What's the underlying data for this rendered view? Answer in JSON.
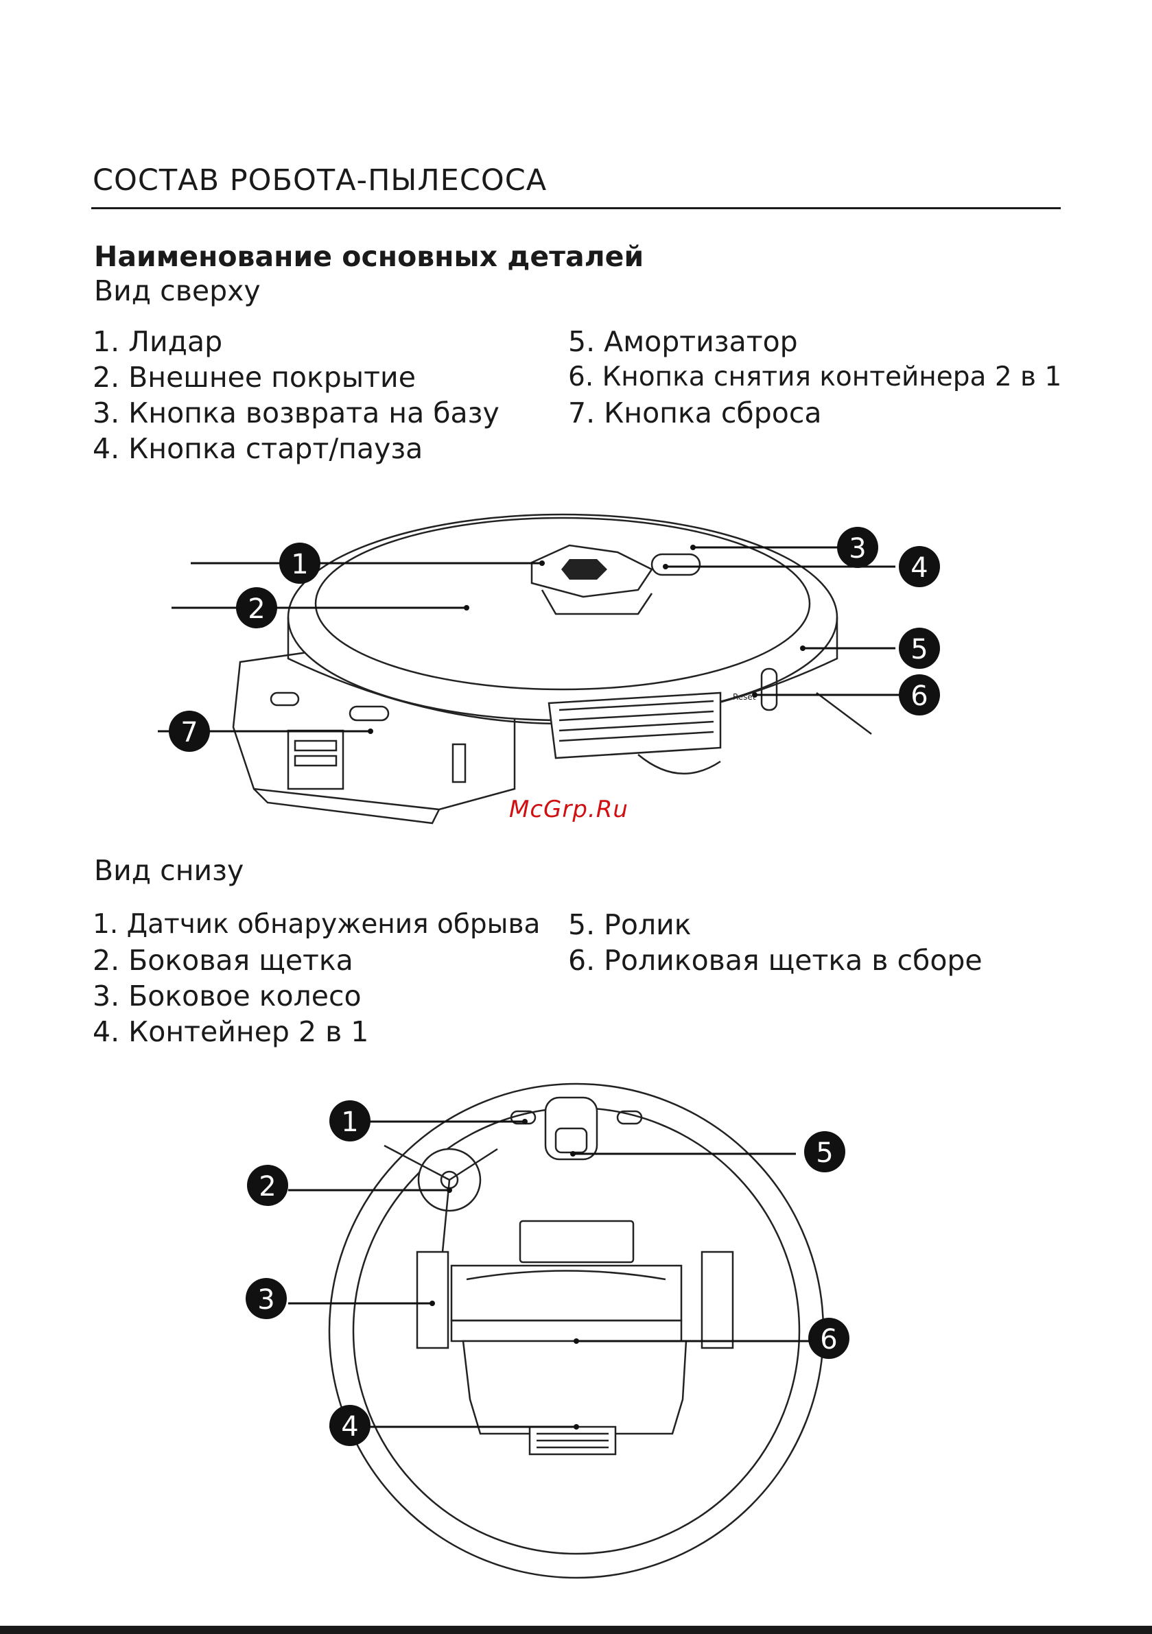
{
  "header": {
    "title": "СОСТАВ РОБОТА-ПЫЛЕСОСА"
  },
  "top_view": {
    "heading": "Наименование основных деталей",
    "subheading": "Вид сверху",
    "items_left": [
      "1. Лидар",
      "2. Внешнее покрытие",
      "3. Кнопка возврата на базу",
      "4. Кнопка старт/пауза"
    ],
    "items_right": [
      "5. Амортизатор",
      "6. Кнопка снятия контейнера 2 в 1",
      "7. Кнопка сброса"
    ],
    "callouts": [
      "1",
      "2",
      "3",
      "4",
      "5",
      "6",
      "7"
    ],
    "reset_label": "Reset"
  },
  "bottom_view": {
    "subheading": "Вид снизу",
    "items_left": [
      "1. Датчик обнаружения обрыва",
      "2. Боковая щетка",
      "3. Боковое колесо",
      "4. Контейнер 2 в 1"
    ],
    "items_right": [
      "5. Ролик",
      "6. Роликовая щетка в сборе"
    ],
    "callouts": [
      "1",
      "2",
      "3",
      "4",
      "5",
      "6"
    ]
  },
  "watermark": "McGrp.Ru"
}
